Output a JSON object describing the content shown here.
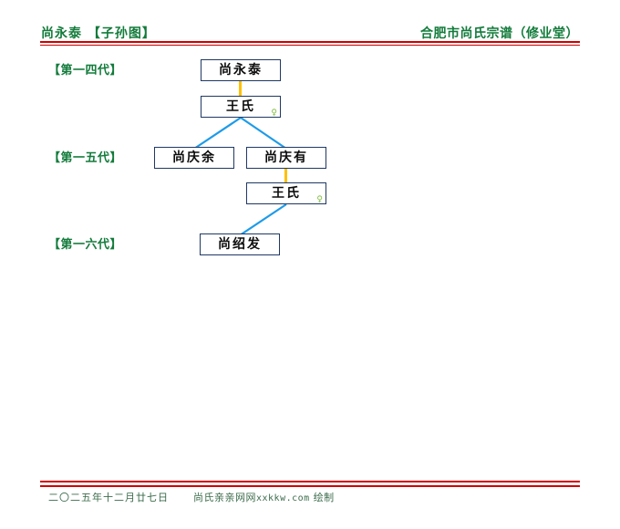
{
  "header": {
    "left_title": "尚永泰  【子孙图】",
    "right_title": "合肥市尚氏宗谱（修业堂）",
    "accent_color": "#137B3B",
    "rule_color": "#D00000"
  },
  "footer": {
    "date": "二〇二五年十二月廿七日",
    "credit_prefix": "尚氏亲亲网网",
    "credit_url": "xxkkw.com",
    "credit_suffix": "绘制",
    "text_color": "#3B6B4A"
  },
  "generations": [
    {
      "label": "【第一四代】"
    },
    {
      "label": "【第一五代】"
    },
    {
      "label": "【第一六代】"
    }
  ],
  "tree": {
    "box_border_color": "#1F3864",
    "spouse_link_color": "#FFC000",
    "child_link_color": "#1E9BE9",
    "female_symbol": "♀",
    "nodes": [
      {
        "id": "n1",
        "name": "尚永泰",
        "generation": "【第一四代】",
        "gender_symbol": ""
      },
      {
        "id": "n2",
        "name": "王氏",
        "generation": "【第一四代】",
        "gender_symbol": "♀"
      },
      {
        "id": "n3",
        "name": "尚庆余",
        "generation": "【第一五代】",
        "gender_symbol": ""
      },
      {
        "id": "n4",
        "name": "尚庆有",
        "generation": "【第一五代】",
        "gender_symbol": ""
      },
      {
        "id": "n5",
        "name": "王氏",
        "generation": "【第一五代】",
        "gender_symbol": "♀"
      },
      {
        "id": "n6",
        "name": "尚绍发",
        "generation": "【第一六代】",
        "gender_symbol": ""
      }
    ]
  }
}
